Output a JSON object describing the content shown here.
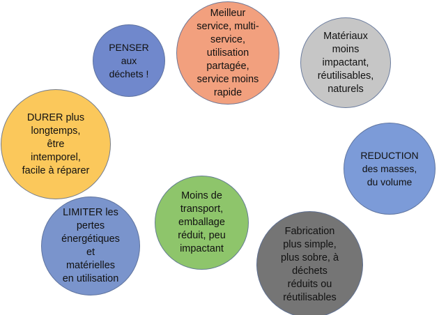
{
  "bubbles": [
    {
      "id": "b-penser",
      "text": "PENSER\naux\ndéchets !",
      "fill": "#7088cc"
    },
    {
      "id": "b-meilleur",
      "text": "Meilleur\nservice, multi-\nservice,\nutilisation\npartagée,\nservice moins\nrapide",
      "fill": "#f2a07e"
    },
    {
      "id": "b-materiaux",
      "text": "Matériaux\nmoins\nimpactant,\nréutilisables,\nnaturels",
      "fill": "#c6c6c6"
    },
    {
      "id": "b-durer",
      "text": "DURER plus\nlongtemps,\nêtre\nintemporel,\nfacile à réparer",
      "fill": "#fbc85b"
    },
    {
      "id": "b-reduction",
      "text": "REDUCTION\ndes masses,\ndu volume",
      "fill": "#7c9bd8"
    },
    {
      "id": "b-moins",
      "text": "Moins de\ntransport,\nemballage\nréduit, peu\nimpactant",
      "fill": "#8ec56b"
    },
    {
      "id": "b-limiter",
      "text": "LIMITER les\npertes\nénergétiques\net\nmatérielles\nen utilisation",
      "fill": "#7a94cc"
    },
    {
      "id": "b-fabrication",
      "text": "Fabrication\nplus simple,\nplus sobre, à\ndéchets\nréduits ou\nréutilisables",
      "fill": "#757575"
    }
  ]
}
